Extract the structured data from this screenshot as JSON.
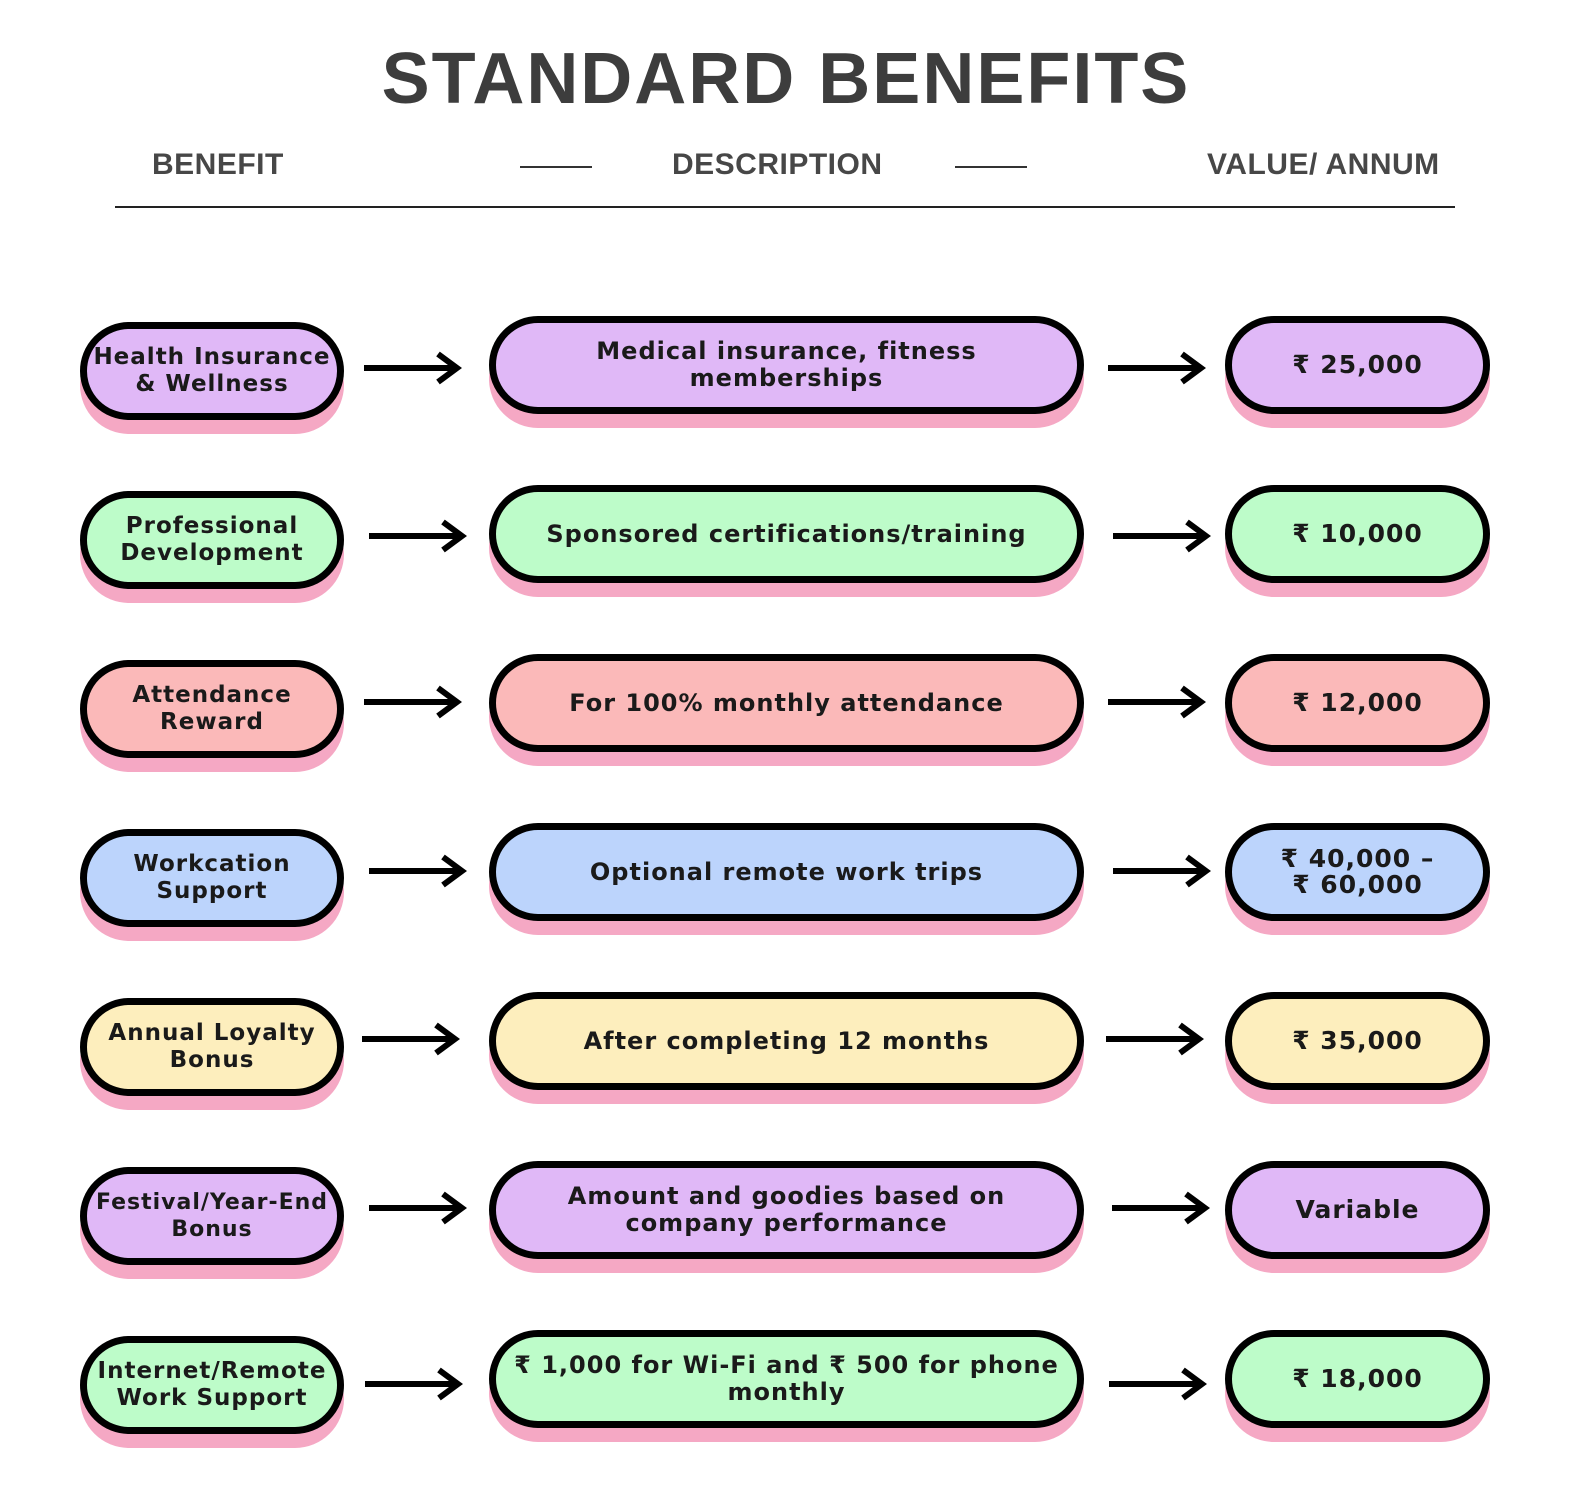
{
  "title": "STANDARD BENEFITS",
  "columns": {
    "benefit": "BENEFIT",
    "description": "DESCRIPTION",
    "value": "VALUE/ ANNUM"
  },
  "rows": [
    {
      "benefit": "Health Insurance & Wellness",
      "description": "Medical insurance, fitness memberships",
      "value": "₹ 25,000",
      "color": "#e0b8f7"
    },
    {
      "benefit": "Professional Development",
      "description": "Sponsored certifications/training",
      "value": "₹ 10,000",
      "color": "#bdfcc9"
    },
    {
      "benefit": "Attendance Reward",
      "description": "For 100% monthly attendance",
      "value": "₹ 12,000",
      "color": "#fbb9b9"
    },
    {
      "benefit": "Workcation Support",
      "description": "Optional remote work trips",
      "value": "₹ 40,000 – ₹ 60,000",
      "color": "#bcd4fc"
    },
    {
      "benefit": "Annual Loyalty Bonus",
      "description": "After completing 12 months",
      "value": "₹ 35,000",
      "color": "#fdeebd"
    },
    {
      "benefit": "Festival/Year-End Bonus",
      "description": "Amount and goodies based on company performance",
      "value": "Variable",
      "color": "#e0b8f7"
    },
    {
      "benefit": "Internet/Remote Work Support",
      "description": "₹ 1,000 for Wi-Fi and ₹ 500 for phone monthly",
      "value": "₹ 18,000",
      "color": "#bdfcc9"
    }
  ],
  "style": {
    "shadow_color": "#f5a8c4",
    "border_color": "#000000"
  }
}
